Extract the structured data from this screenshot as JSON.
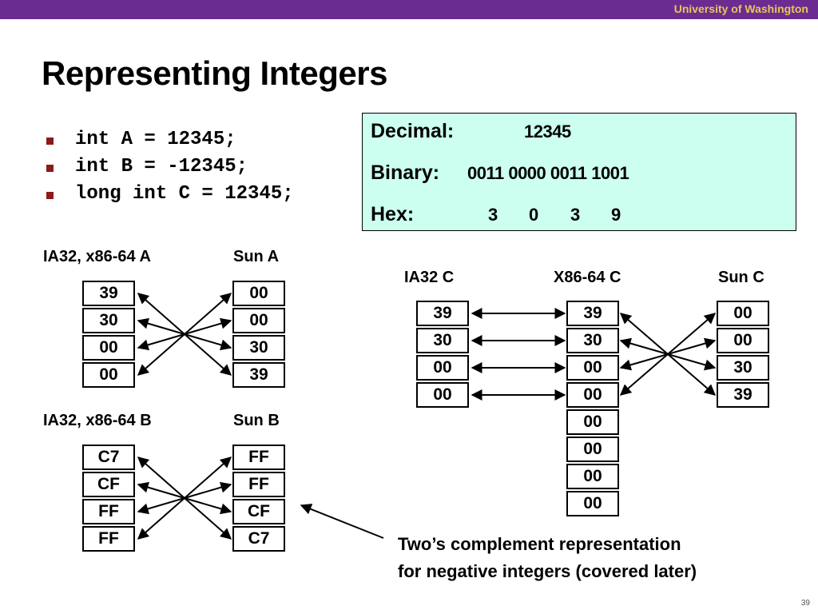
{
  "header": {
    "institution": "University of Washington"
  },
  "slide": {
    "title": "Representing Integers",
    "page_number": "39"
  },
  "bullets": [
    "int A = 12345;",
    "int B = -12345;",
    "long int C = 12345;"
  ],
  "infobox": {
    "decimal_label": "Decimal:",
    "decimal_value": "12345",
    "binary_label": "Binary:",
    "binary_value": "0011 0000 0011 1001",
    "hex_label": "Hex:",
    "hex_digits": [
      "3",
      "0",
      "3",
      "9"
    ]
  },
  "diagrams": {
    "ia32_a": {
      "label": "IA32, x86-64 A",
      "cells": [
        "39",
        "30",
        "00",
        "00"
      ]
    },
    "sun_a": {
      "label": "Sun A",
      "cells": [
        "00",
        "00",
        "30",
        "39"
      ]
    },
    "ia32_b": {
      "label": "IA32, x86-64 B",
      "cells": [
        "C7",
        "CF",
        "FF",
        "FF"
      ]
    },
    "sun_b": {
      "label": "Sun B",
      "cells": [
        "FF",
        "FF",
        "CF",
        "C7"
      ]
    },
    "ia32_c": {
      "label": "IA32 C",
      "cells": [
        "39",
        "30",
        "00",
        "00"
      ]
    },
    "x86_c": {
      "label": "X86-64 C",
      "cells": [
        "39",
        "30",
        "00",
        "00",
        "00",
        "00",
        "00",
        "00"
      ]
    },
    "sun_c": {
      "label": "Sun C",
      "cells": [
        "00",
        "00",
        "30",
        "39"
      ]
    }
  },
  "note": {
    "line1": "Two’s complement representation",
    "line2": "for negative integers (covered later)"
  },
  "colors": {
    "topbar": "#6b2c91",
    "institution": "#e8c55a",
    "infobox_bg": "#ccfff0",
    "bullet": "#8b1a1a"
  }
}
